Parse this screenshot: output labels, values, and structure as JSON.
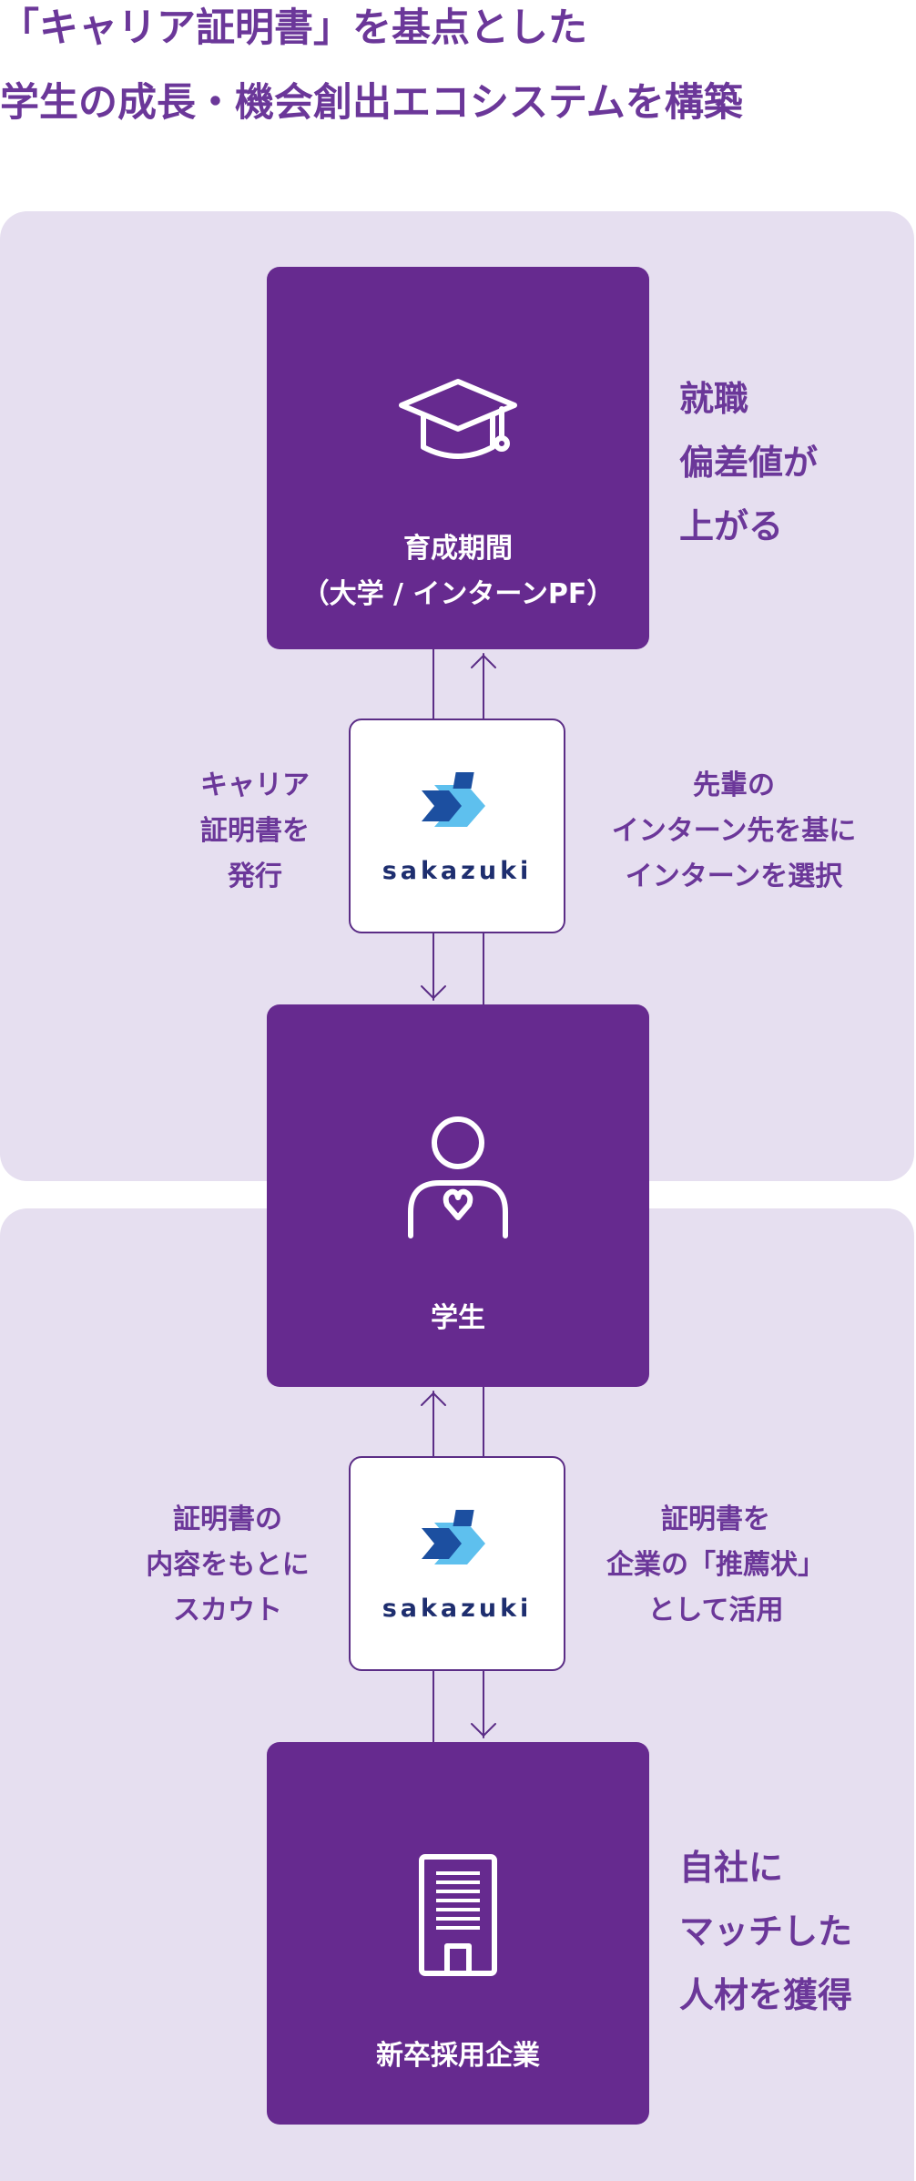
{
  "title": {
    "line1": "「キャリア証明書」を基点とした",
    "line2": "学生の成長・機会創出エコシステムを構築"
  },
  "nodes": {
    "training": {
      "label_line1": "育成期間",
      "label_line2": "（大学 / インターンPF）",
      "icon": "graduation-cap-icon"
    },
    "student": {
      "label": "学生",
      "icon": "person-heart-icon"
    },
    "company": {
      "label": "新卒採用企業",
      "icon": "building-icon"
    }
  },
  "logo": {
    "text": "sakazuki",
    "icon": "sakazuki-logo-icon"
  },
  "edges": {
    "top_left": [
      "キャリア",
      "証明書を",
      "発行"
    ],
    "top_right": [
      "先輩の",
      "インターン先を基に",
      "インターンを選択"
    ],
    "bottom_left": [
      "証明書の",
      "内容をもとに",
      "スカウト"
    ],
    "bottom_right": [
      "証明書を",
      "企業の「推薦状」",
      "として活用"
    ]
  },
  "outcomes": {
    "top": [
      "就職",
      "偏差値が",
      "上がる"
    ],
    "bottom": [
      "自社に",
      "マッチした",
      "人材を獲得"
    ]
  },
  "colors": {
    "primary_purple": "#662a8f",
    "text_purple": "#6b3799",
    "panel_lavender": "#e6dff0",
    "logo_navy": "#1e2e6f",
    "logo_blue": "#1c4fa0",
    "logo_light_blue": "#5ec0ee"
  }
}
